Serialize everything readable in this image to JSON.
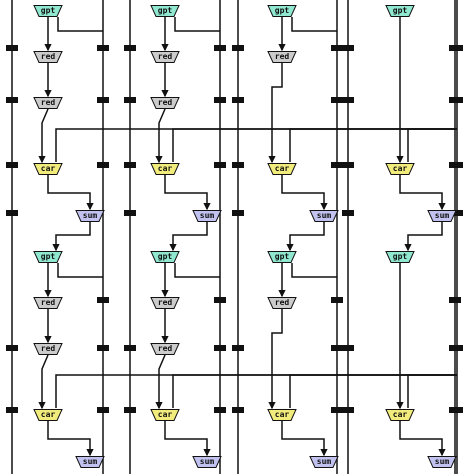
{
  "palette": {
    "gpt": "#8fe8cf",
    "red_top": "#d68bea",
    "red_mid": "#d68bea",
    "car": "#f2ec7c",
    "sum": "#c2c2f0"
  },
  "nodes": {
    "gpt": "gpt",
    "red": "red",
    "car": "car",
    "sum": "sum"
  }
}
